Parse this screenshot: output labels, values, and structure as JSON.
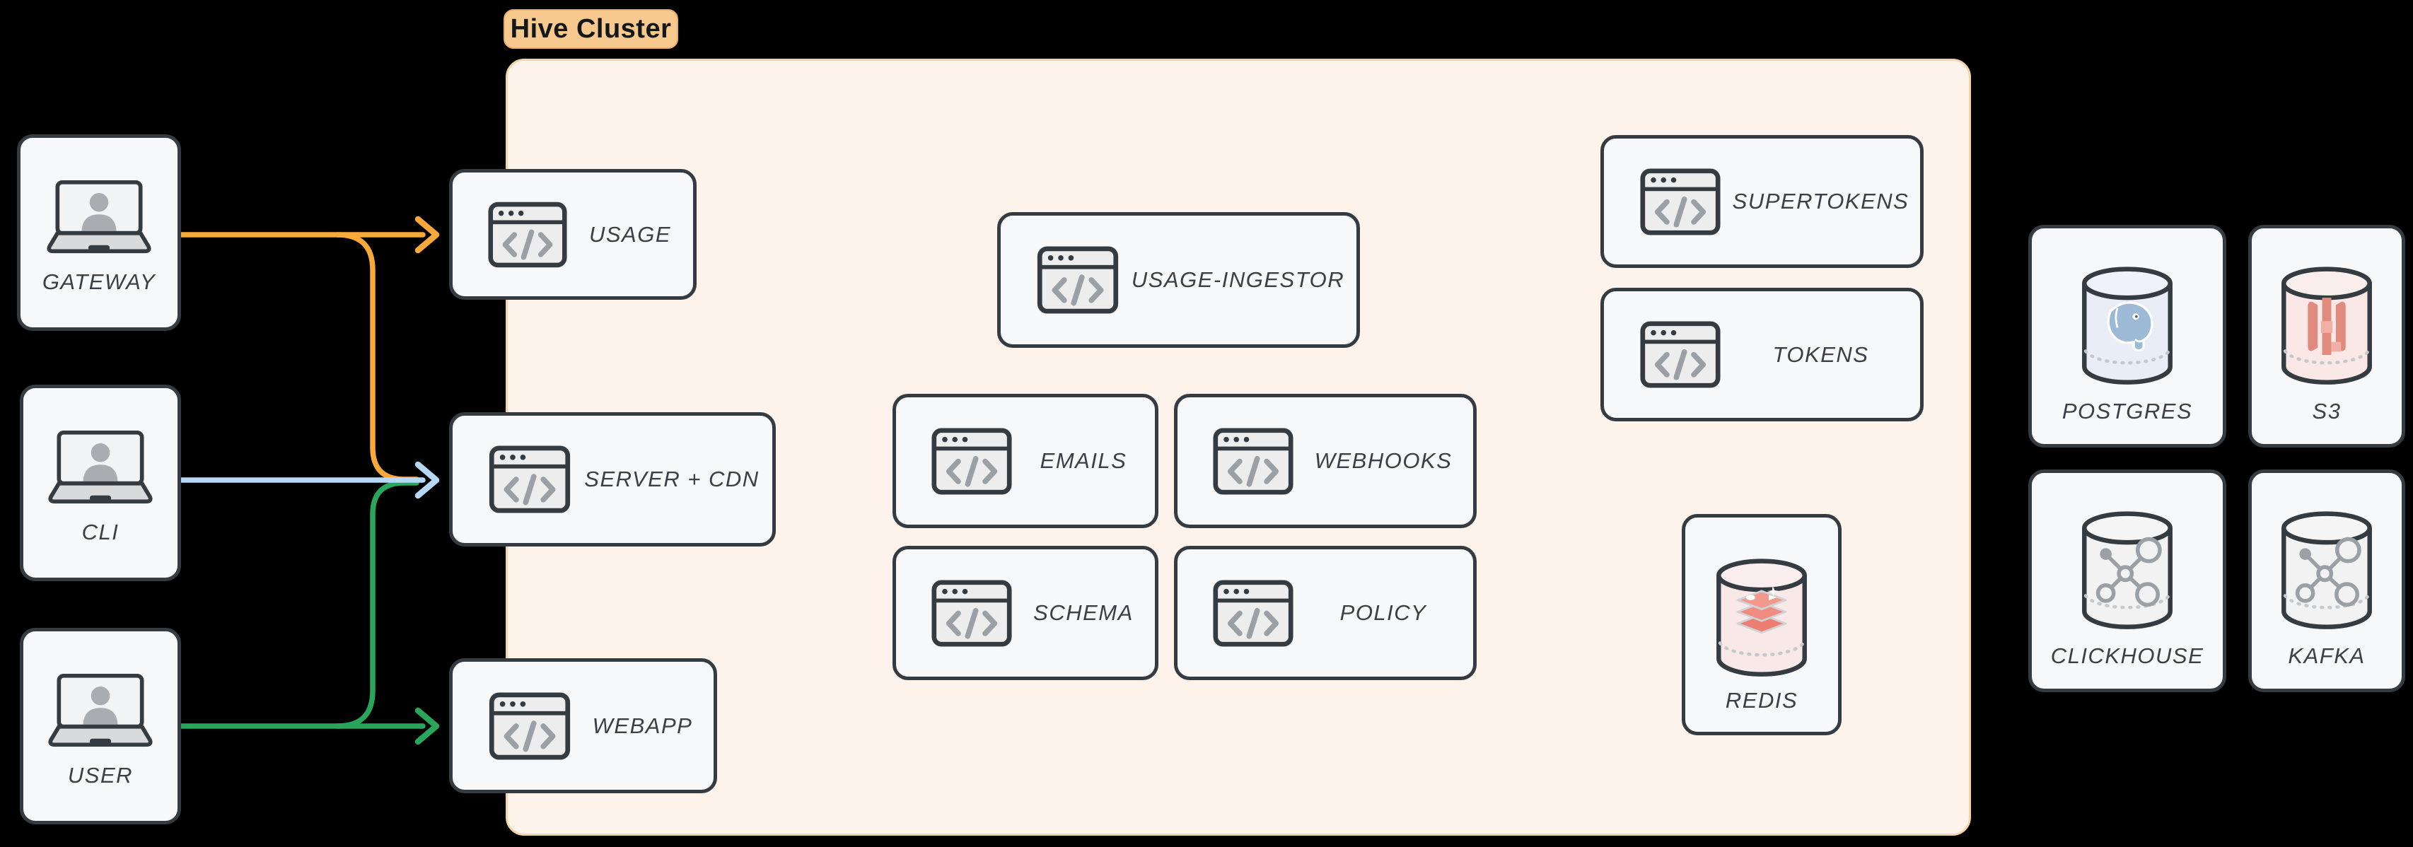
{
  "cluster": {
    "badge": "Hive Cluster"
  },
  "clients": [
    {
      "id": "gateway",
      "label": "GATEWAY"
    },
    {
      "id": "cli",
      "label": "CLI"
    },
    {
      "id": "user",
      "label": "USER"
    }
  ],
  "services": {
    "usage": "USAGE",
    "server_cdn": "SERVER + CDN",
    "webapp": "WEBAPP",
    "usage_ingestor": "USAGE-INGESTOR",
    "emails": "EMAILS",
    "webhooks": "WEBHOOKS",
    "schema": "SCHEMA",
    "policy": "POLICY",
    "supertokens": "SUPERTOKENS",
    "tokens": "TOKENS",
    "redis": "REDIS"
  },
  "datastores": {
    "postgres": "POSTGRES",
    "s3": "S3",
    "clickhouse": "CLICKHOUSE",
    "kafka": "KAFKA"
  },
  "icons": {
    "client": "laptop-user-icon",
    "service": "code-window-icon",
    "redis": "redis-cylinder-icon",
    "postgres": "postgres-cylinder-icon",
    "s3": "s3-cylinder-icon",
    "clickhouse": "data-graph-cylinder-icon",
    "kafka": "data-graph-cylinder-icon"
  },
  "colors": {
    "canvas_background": "#000000",
    "cluster_fill": "#fdf3ea",
    "cluster_border": "#f5d3a8",
    "badge_fill": "#f8c98e",
    "box_fill": "#f7f8f9",
    "box_border": "#343b41",
    "label_text": "#3a4046",
    "arrow_orange": "#f9a83a",
    "arrow_blue": "#b5d8f6",
    "arrow_green": "#2aa55c"
  },
  "connections": [
    {
      "from": "GATEWAY",
      "to": "USAGE",
      "color": "#f9a83a"
    },
    {
      "from": "GATEWAY",
      "to": "SERVER + CDN",
      "color": "#f9a83a"
    },
    {
      "from": "CLI",
      "to": "SERVER + CDN",
      "color": "#b5d8f6"
    },
    {
      "from": "USER",
      "to": "SERVER + CDN",
      "color": "#2aa55c"
    },
    {
      "from": "USER",
      "to": "WEBAPP",
      "color": "#2aa55c"
    }
  ]
}
